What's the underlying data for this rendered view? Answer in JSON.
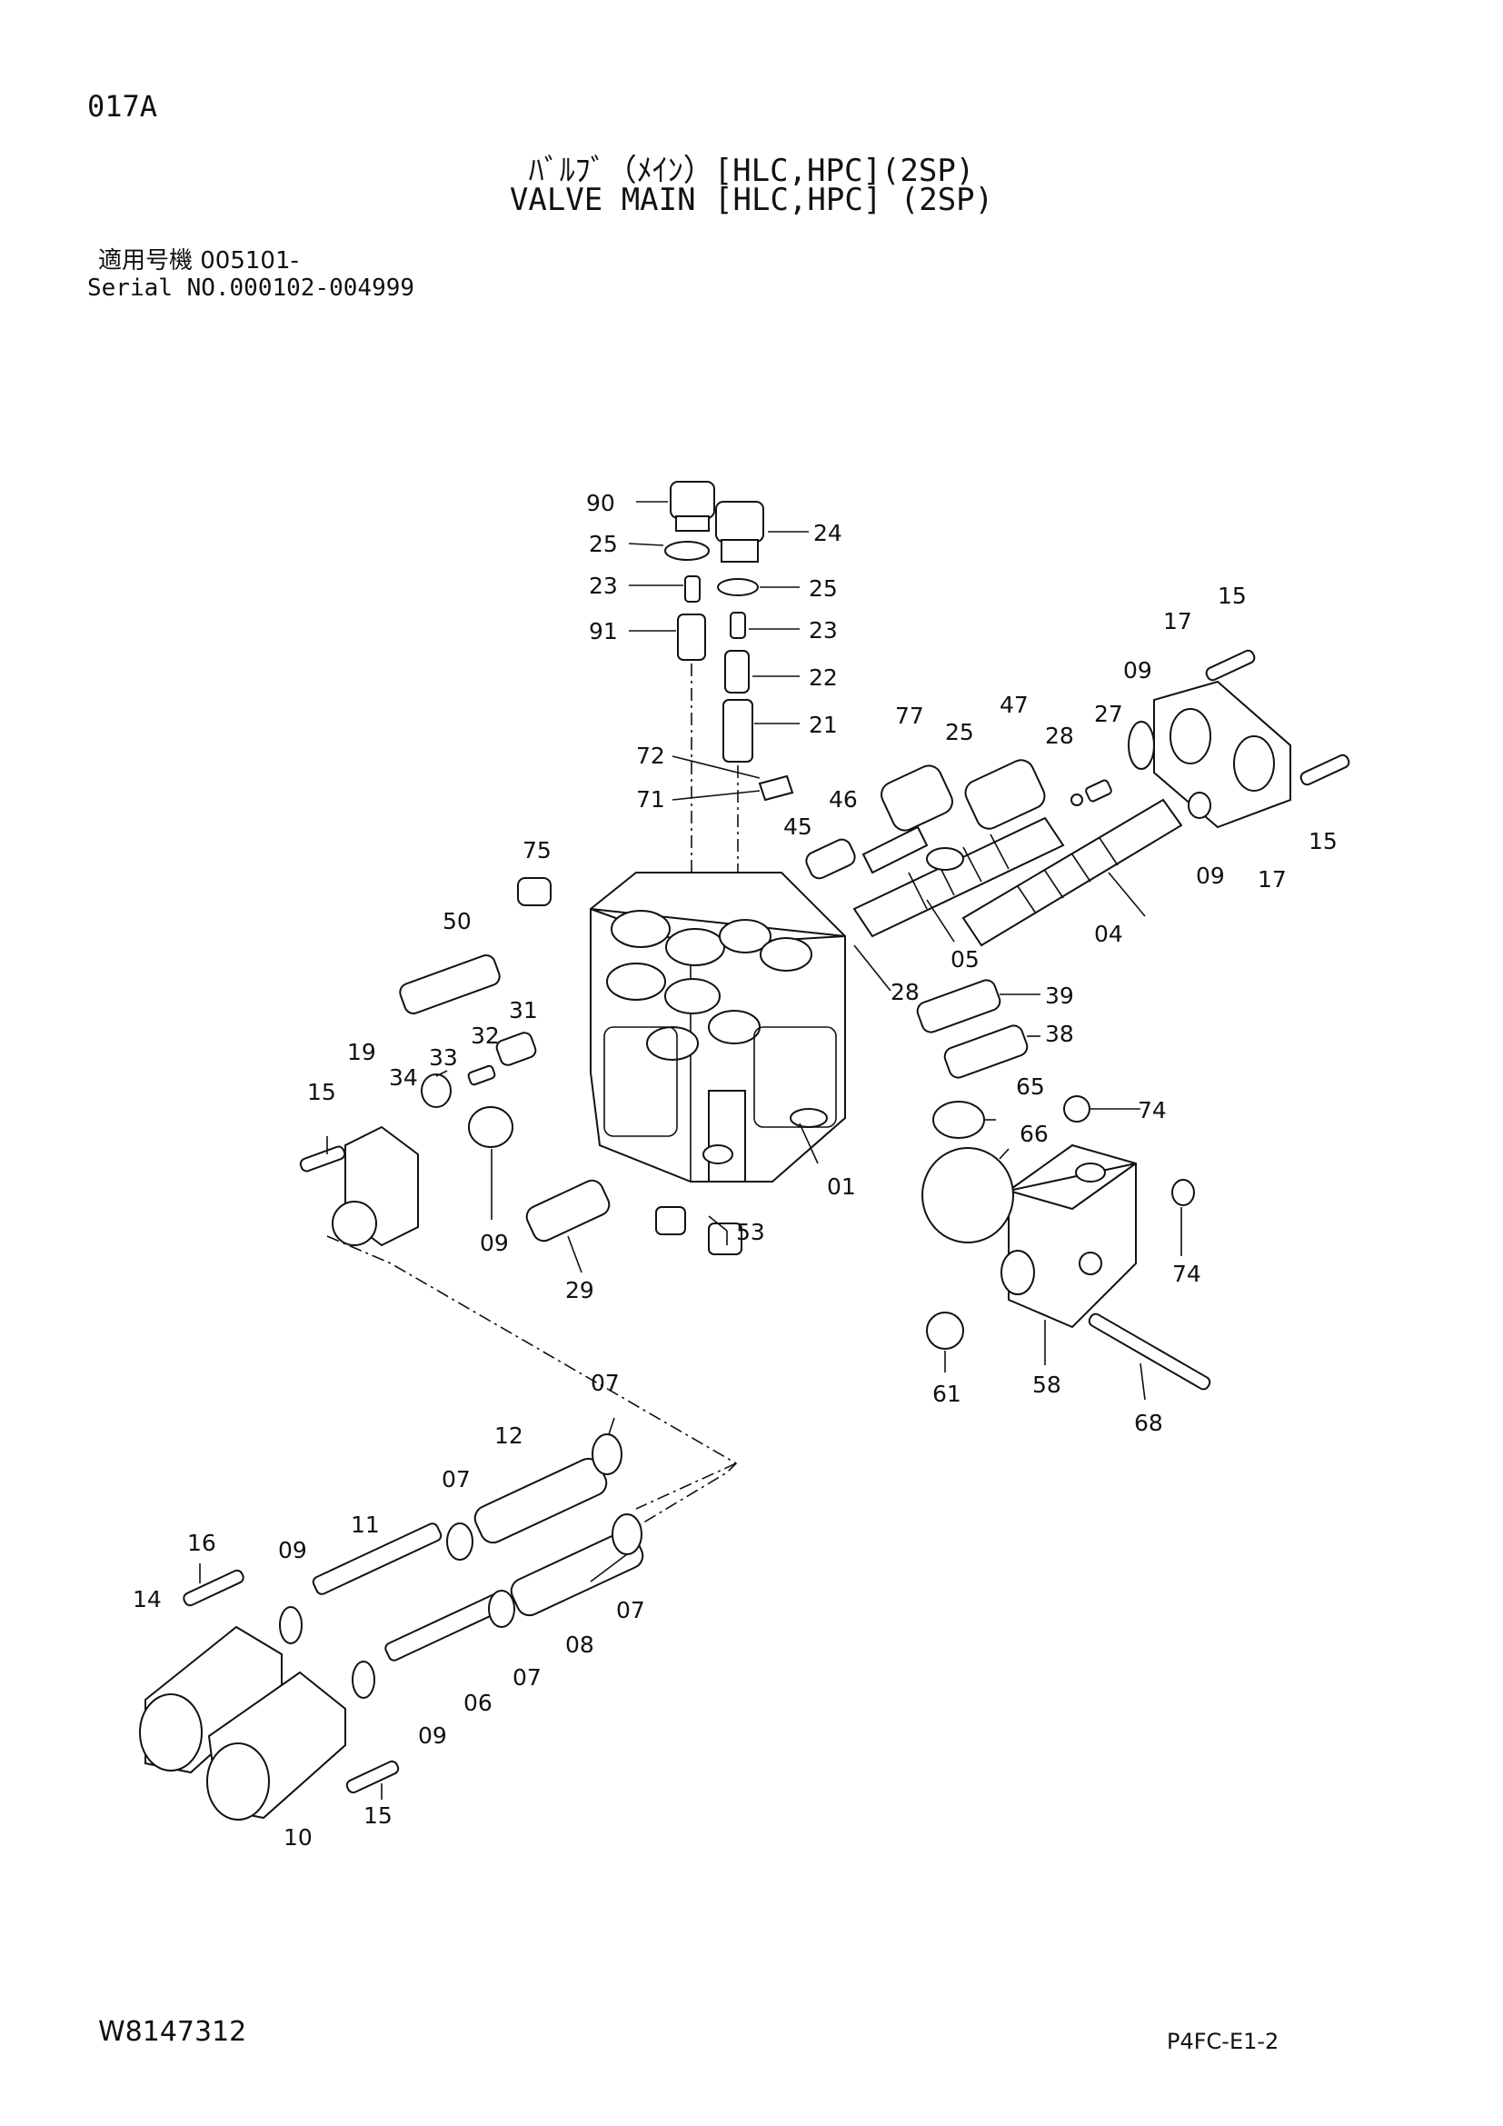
{
  "header": {
    "page_code": "017A",
    "title_jp": "ﾊﾞﾙﾌﾞ（ﾒｲﾝ）[HLC,HPC](2SP)",
    "title_en": "VALVE MAIN [HLC,HPC] (2SP)",
    "serial_jp": "適用号機 005101-",
    "serial_en": "Serial NO.000102-004999"
  },
  "footer": {
    "doc_number": "W8147312",
    "drawing_code": "P4FC-E1-2"
  },
  "callouts": {
    "c90": "90",
    "c24": "24",
    "c25a": "25",
    "c25b": "25",
    "c23a": "23",
    "c23b": "23",
    "c91": "91",
    "c22": "22",
    "c21": "21",
    "c72": "72",
    "c71": "71",
    "c77": "77",
    "c25c": "25",
    "c47": "47",
    "c28a": "28",
    "c27": "27",
    "c17a": "17",
    "c15a": "15",
    "c09a": "09",
    "c09b": "09",
    "c17b": "17",
    "c15b": "15",
    "c46": "46",
    "c45": "45",
    "c04": "04",
    "c05": "05",
    "c28b": "28",
    "c75": "75",
    "c50": "50",
    "c39": "39",
    "c38": "38",
    "c33": "33",
    "c32": "32",
    "c31": "31",
    "c34": "34",
    "c19": "19",
    "c15c": "15",
    "c65": "65",
    "c74a": "74",
    "c66": "66",
    "c01": "01",
    "c74b": "74",
    "c09c": "09",
    "c53": "53",
    "c29": "29",
    "c61": "61",
    "c58": "58",
    "c68": "68",
    "c07a": "07",
    "c12": "12",
    "c07b": "07",
    "c11": "11",
    "c16": "16",
    "c09d": "09",
    "c14": "14",
    "c07c": "07",
    "c07d": "07",
    "c08": "08",
    "c06": "06",
    "c09e": "09",
    "c15d": "15",
    "c10": "10"
  }
}
